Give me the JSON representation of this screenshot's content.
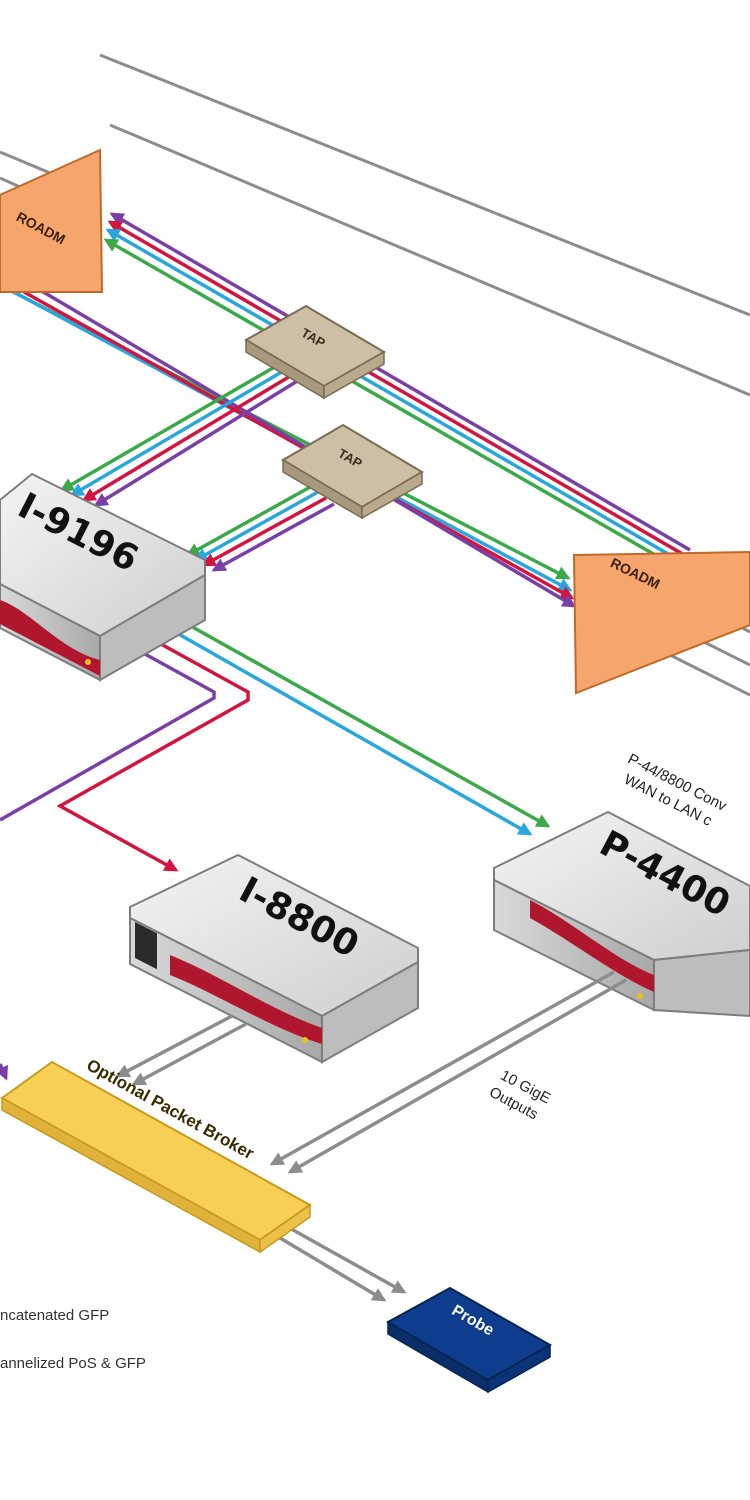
{
  "colors": {
    "green": "#3aaa49",
    "blue": "#27a6e0",
    "red": "#d4143f",
    "purple": "#7a3fa6",
    "gray": "#8c8c8c",
    "roadm_fill": "#f6a66c",
    "tap_fill": "#cdbfa6",
    "broker_fill": "#f8cf55",
    "probe_fill": "#0d3d8c",
    "chassis_accent": "#b0162e"
  },
  "roadm_left": {
    "label": "ROADM"
  },
  "roadm_right": {
    "label": "ROADM"
  },
  "tap_top": {
    "label": "TAP"
  },
  "tap_bottom": {
    "label": "TAP"
  },
  "device_i9196": {
    "label": "I-9196"
  },
  "device_i8800": {
    "label": "I-8800"
  },
  "device_p4400": {
    "label": "P-4400"
  },
  "p4400_caption": {
    "line1": "P-44/8800 Conv",
    "line2": "WAN to LAN c"
  },
  "outputs_caption": {
    "line1": "10 GigE",
    "line2": "Outputs"
  },
  "broker": {
    "label": "Optional Packet Broker"
  },
  "probe": {
    "label": "Probe"
  },
  "legend": {
    "item1": "ncatenated GFP",
    "item2": "annelized PoS & GFP"
  }
}
